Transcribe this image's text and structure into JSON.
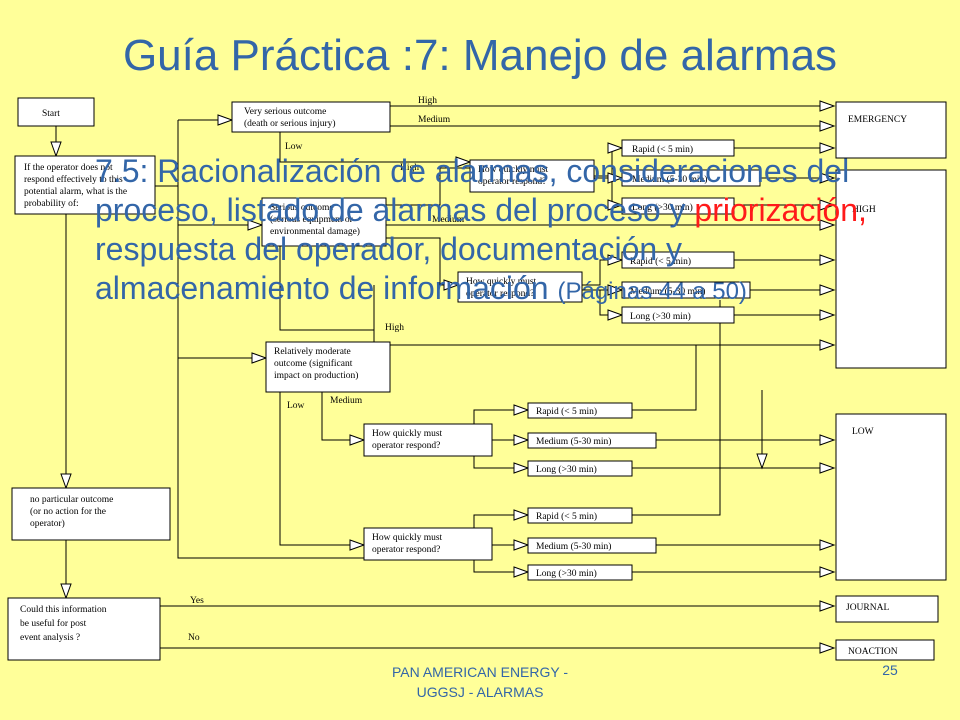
{
  "slide": {
    "title": "Guía Práctica :7: Manejo de alarmas",
    "body_main": "7.5: Racionalización de alarmas, consideraciones del proceso, listado de alarmas del proceso y ",
    "body_highlight": "priorización,",
    "body_rest": " respuesta del operador, documentación y almacenamiento de información ",
    "body_pages": "(Páginas 44 a 50)",
    "footer_line1": "PAN AMERICAN ENERGY -",
    "footer_line2": "UGGSJ - ALARMAS",
    "page_number": "25",
    "text_color": "#3366a8",
    "highlight_color": "#ff1a1a",
    "background": "#ffff99"
  },
  "diagram": {
    "boxes": {
      "start": [
        "Start"
      ],
      "question1": [
        "If the operator does not",
        "respond effectively to this",
        "potential alarm, what is the",
        "probability of:"
      ],
      "very_serious": [
        "Very serious outcome",
        "(death or serious injury)"
      ],
      "serious": [
        "Serious outcome",
        "(serious equipment or",
        "environmental damage)"
      ],
      "moderate": [
        "Relatively moderate",
        "outcome (significant",
        "impact on production)"
      ],
      "no_particular": [
        "no particular outcome",
        "(or no action for the",
        "operator)"
      ],
      "could_info": [
        "Could this information",
        "be useful for post",
        "event analysis ?"
      ],
      "how_quickly": [
        "How quickly must",
        "operator respond?"
      ],
      "emergency": "EMERGENCY",
      "high": "HIGH",
      "low": "LOW",
      "journal": "JOURNAL",
      "noaction": "NOACTION"
    },
    "labels": {
      "high": "High",
      "medium": "Medium",
      "low": "Low",
      "yes": "Yes",
      "no": "No"
    },
    "speeds": {
      "rapid": "Rapid (< 5 min)",
      "medium": "Medium (5-30 min)",
      "long": "Long (>30 min)"
    }
  }
}
